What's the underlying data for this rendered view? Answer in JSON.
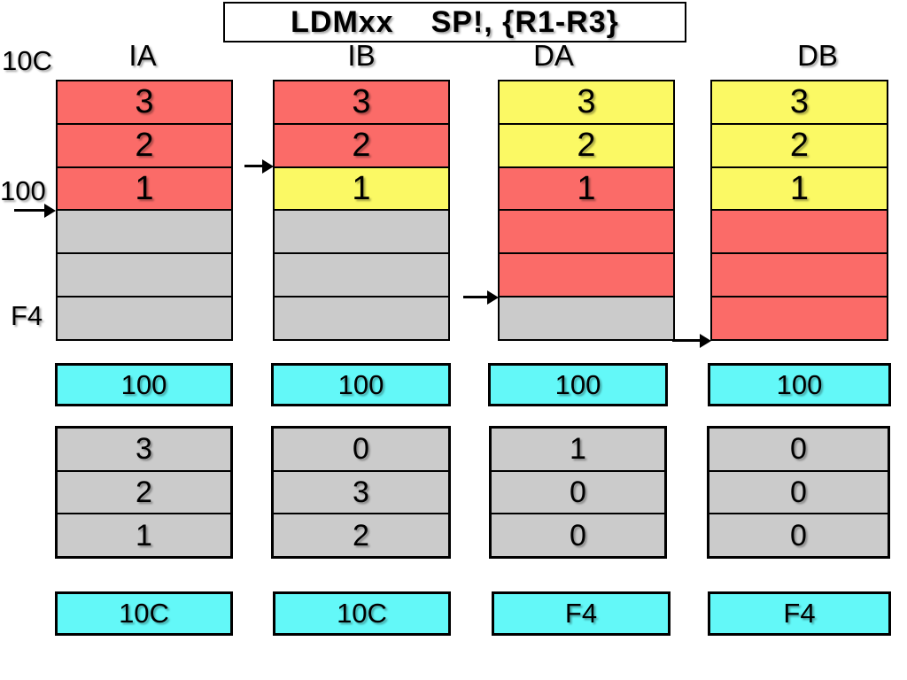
{
  "title": {
    "mnemonic": "LDMxx",
    "operands": "SP!, {R1-R3}"
  },
  "address_labels": {
    "top": "10C",
    "base": "100",
    "bottom": "F4"
  },
  "colors": {
    "loaded_red": "#FB6B68",
    "loaded_yellow": "#FBF964",
    "empty_gray": "#CBCBCB",
    "pointer_cyan": "#63F8F8"
  },
  "columns": [
    {
      "header": "IA",
      "memory_cells": [
        {
          "value": "3",
          "fill": "red"
        },
        {
          "value": "2",
          "fill": "red"
        },
        {
          "value": "1",
          "fill": "red"
        },
        {
          "value": "",
          "fill": "gray"
        },
        {
          "value": "",
          "fill": "gray"
        },
        {
          "value": "",
          "fill": "gray"
        }
      ],
      "sp_arrow_after_row": 3,
      "sp_initial": "100",
      "registers": [
        "3",
        "2",
        "1"
      ],
      "sp_final": "10C"
    },
    {
      "header": "IB",
      "memory_cells": [
        {
          "value": "3",
          "fill": "red"
        },
        {
          "value": "2",
          "fill": "red"
        },
        {
          "value": "1",
          "fill": "yellow"
        },
        {
          "value": "",
          "fill": "gray"
        },
        {
          "value": "",
          "fill": "gray"
        },
        {
          "value": "",
          "fill": "gray"
        }
      ],
      "sp_arrow_after_row": 2,
      "sp_initial": "100",
      "registers": [
        "0",
        "3",
        "2"
      ],
      "sp_final": "10C"
    },
    {
      "header": "DA",
      "memory_cells": [
        {
          "value": "3",
          "fill": "yellow"
        },
        {
          "value": "2",
          "fill": "yellow"
        },
        {
          "value": "1",
          "fill": "red"
        },
        {
          "value": "",
          "fill": "red"
        },
        {
          "value": "",
          "fill": "red"
        },
        {
          "value": "",
          "fill": "gray"
        }
      ],
      "sp_arrow_after_row": 5,
      "sp_initial": "100",
      "registers": [
        "1",
        "0",
        "0"
      ],
      "sp_final": "F4"
    },
    {
      "header": "DB",
      "memory_cells": [
        {
          "value": "3",
          "fill": "yellow"
        },
        {
          "value": "2",
          "fill": "yellow"
        },
        {
          "value": "1",
          "fill": "yellow"
        },
        {
          "value": "",
          "fill": "red"
        },
        {
          "value": "",
          "fill": "red"
        },
        {
          "value": "",
          "fill": "red"
        }
      ],
      "sp_arrow_after_row": 6,
      "sp_initial": "100",
      "registers": [
        "0",
        "0",
        "0"
      ],
      "sp_final": "F4"
    }
  ]
}
